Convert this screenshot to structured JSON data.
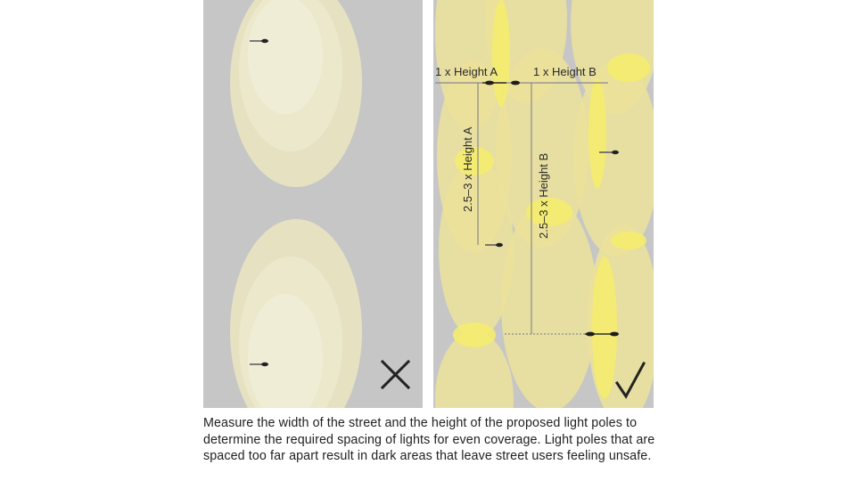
{
  "diagram": {
    "left_panel": {
      "verdict": "incorrect",
      "verdict_icon": "cross-icon"
    },
    "right_panel": {
      "verdict": "correct",
      "verdict_icon": "checkmark-icon",
      "labels": {
        "horizontal_a": "1 x Height A",
        "horizontal_b": "1 x Height B",
        "vertical_a": "2.5–3 x Height A",
        "vertical_b": "2.5–3 x Height B"
      }
    },
    "caption": "Measure the width of the street and the height of the proposed light poles to determine the required spacing of lights for even coverage. Light poles that are spaced too far apart result in dark areas that leave street users feeling unsafe."
  },
  "colors": {
    "street": "#c6c6c6",
    "light_pool": "#ede9b5",
    "light_pool_center": "#f3f0cf",
    "overlap_bright": "#f4ec6e",
    "pool_right": "#eee49a",
    "dimension_line": "#8a8a8a",
    "icon": "#222222"
  }
}
